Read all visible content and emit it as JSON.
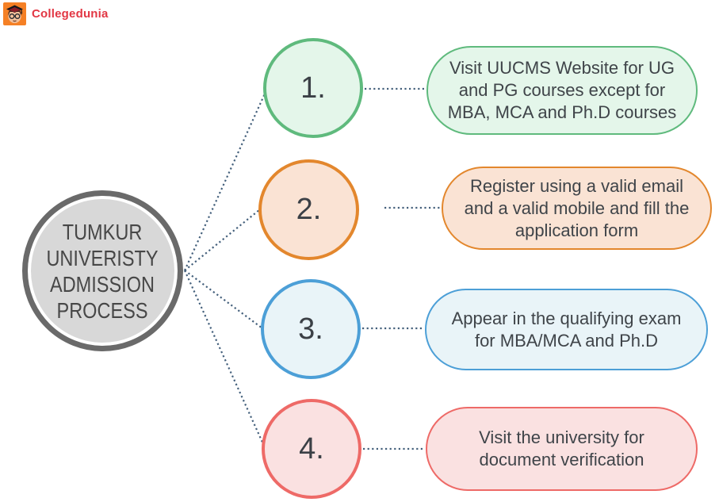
{
  "brand": {
    "name": "Collegedunia",
    "logo_bg": "#f58025",
    "wordmark_color": "#e23744"
  },
  "colors": {
    "connector": "#44607c",
    "hub_border": "#6a6a6a",
    "hub_fill": "#d8d8d8"
  },
  "hub": {
    "title_lines": [
      "TUMKUR",
      "UNIVERISTY",
      "ADMISSION",
      "PROCESS"
    ]
  },
  "steps": [
    {
      "number": "1.",
      "text": "Visit UUCMS Website for UG and PG courses except for MBA, MCA and Ph.D courses",
      "border": "#5fba7d",
      "fill": "#e4f6ea"
    },
    {
      "number": "2.",
      "text": "Register using a valid email and a valid mobile and fill the application form",
      "border": "#e3872d",
      "fill": "#fae3d4"
    },
    {
      "number": "3.",
      "text": "Appear in the qualifying exam for MBA/MCA and Ph.D",
      "border": "#4c9fd7",
      "fill": "#e9f4f8"
    },
    {
      "number": "4.",
      "text": "Visit the university for document verification",
      "border": "#ee6a67",
      "fill": "#fae1e1"
    }
  ]
}
